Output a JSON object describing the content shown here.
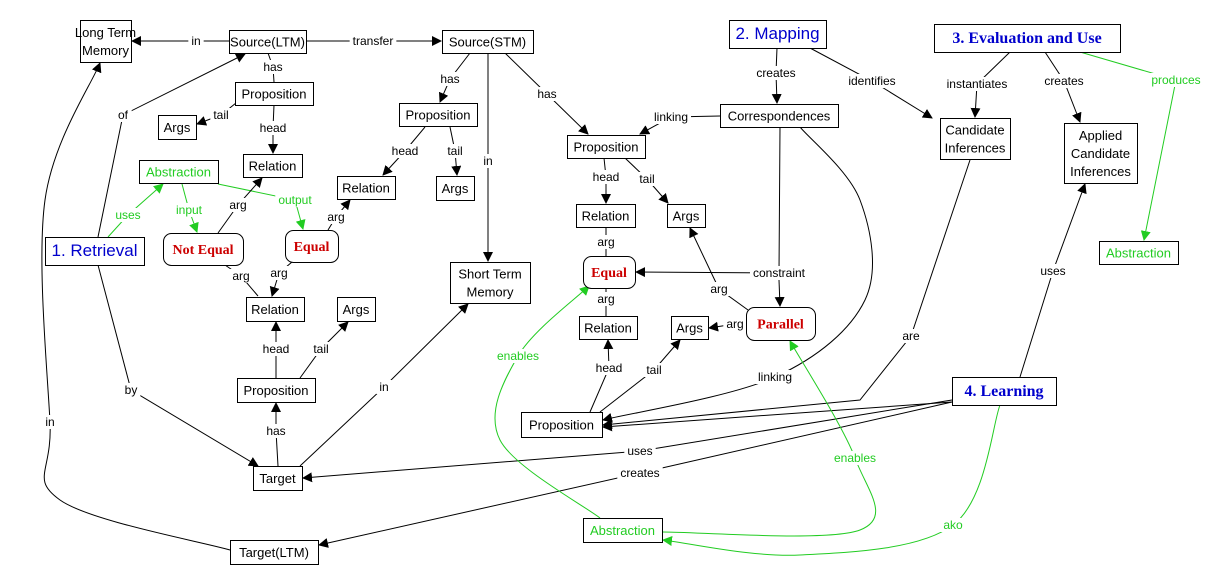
{
  "colors": {
    "concept": "#000000",
    "phase": "#0000cc",
    "operator": "#cc0000",
    "abstraction": "#22cc22"
  },
  "nodes": [
    {
      "id": "ltm",
      "lines": [
        "Long Term",
        "Memory"
      ],
      "kind": "concept"
    },
    {
      "id": "srcltm",
      "lines": [
        "Source(LTM)"
      ],
      "kind": "concept"
    },
    {
      "id": "srcstm",
      "lines": [
        "Source(STM)"
      ],
      "kind": "concept"
    },
    {
      "id": "prop1",
      "lines": [
        "Proposition"
      ],
      "kind": "concept"
    },
    {
      "id": "args1",
      "lines": [
        "Args"
      ],
      "kind": "concept"
    },
    {
      "id": "rel1",
      "lines": [
        "Relation"
      ],
      "kind": "concept"
    },
    {
      "id": "abs1",
      "lines": [
        "Abstraction"
      ],
      "kind": "abstraction"
    },
    {
      "id": "retrieval",
      "lines": [
        "1. Retrieval"
      ],
      "kind": "phase-sans"
    },
    {
      "id": "notequal",
      "lines": [
        "Not Equal"
      ],
      "kind": "operator"
    },
    {
      "id": "equal1",
      "lines": [
        "Equal"
      ],
      "kind": "operator"
    },
    {
      "id": "rel2",
      "lines": [
        "Relation"
      ],
      "kind": "concept"
    },
    {
      "id": "prop2",
      "lines": [
        "Proposition"
      ],
      "kind": "concept"
    },
    {
      "id": "args2",
      "lines": [
        "Args"
      ],
      "kind": "concept"
    },
    {
      "id": "stm",
      "lines": [
        "Short Term",
        "Memory"
      ],
      "kind": "concept"
    },
    {
      "id": "prop3",
      "lines": [
        "Proposition"
      ],
      "kind": "concept"
    },
    {
      "id": "corr",
      "lines": [
        "Correspondences"
      ],
      "kind": "concept"
    },
    {
      "id": "mapping",
      "lines": [
        "2. Mapping"
      ],
      "kind": "phase-sans"
    },
    {
      "id": "eval",
      "lines": [
        "3. Evaluation and Use"
      ],
      "kind": "phase-serif"
    },
    {
      "id": "candinf",
      "lines": [
        "Candidate",
        "Inferences"
      ],
      "kind": "concept"
    },
    {
      "id": "applied",
      "lines": [
        "Applied",
        "Candidate",
        "Inferences"
      ],
      "kind": "concept"
    },
    {
      "id": "abs2",
      "lines": [
        "Abstraction"
      ],
      "kind": "abstraction"
    },
    {
      "id": "rel3",
      "lines": [
        "Relation"
      ],
      "kind": "concept"
    },
    {
      "id": "args3",
      "lines": [
        "Args"
      ],
      "kind": "concept"
    },
    {
      "id": "equal2",
      "lines": [
        "Equal"
      ],
      "kind": "operator"
    },
    {
      "id": "rel4",
      "lines": [
        "Relation"
      ],
      "kind": "concept"
    },
    {
      "id": "args4",
      "lines": [
        "Args"
      ],
      "kind": "concept"
    },
    {
      "id": "parallel",
      "lines": [
        "Parallel"
      ],
      "kind": "operator"
    },
    {
      "id": "learning",
      "lines": [
        "4. Learning"
      ],
      "kind": "phase-serif"
    },
    {
      "id": "prop5",
      "lines": [
        "Proposition"
      ],
      "kind": "concept"
    },
    {
      "id": "proptgt",
      "lines": [
        "Proposition"
      ],
      "kind": "concept"
    },
    {
      "id": "rel5",
      "lines": [
        "Relation"
      ],
      "kind": "concept"
    },
    {
      "id": "args5",
      "lines": [
        "Args"
      ],
      "kind": "concept"
    },
    {
      "id": "target",
      "lines": [
        "Target"
      ],
      "kind": "concept"
    },
    {
      "id": "targetltm",
      "lines": [
        "Target(LTM)"
      ],
      "kind": "concept"
    },
    {
      "id": "abs3",
      "lines": [
        "Abstraction"
      ],
      "kind": "abstraction"
    }
  ],
  "links": [
    {
      "from": "srcltm",
      "to": "ltm",
      "label": "in"
    },
    {
      "from": "srcltm",
      "to": "srcstm",
      "label": "transfer"
    },
    {
      "from": "srcltm",
      "to": "prop1",
      "label": "has"
    },
    {
      "from": "prop1",
      "to": "args1",
      "label": "tail"
    },
    {
      "from": "prop1",
      "to": "rel1",
      "label": "head"
    },
    {
      "from": "retrieval",
      "to": "srcltm",
      "label": "of"
    },
    {
      "from": "retrieval",
      "to": "abs1",
      "label": "uses",
      "kind": "abstraction"
    },
    {
      "from": "abs1",
      "to": "notequal",
      "label": "input",
      "kind": "abstraction"
    },
    {
      "from": "abs1",
      "to": "equal1",
      "label": "output",
      "kind": "abstraction"
    },
    {
      "from": "notequal",
      "to": "rel1",
      "label": "arg"
    },
    {
      "from": "equal1",
      "to": "rel2",
      "label": "arg"
    },
    {
      "from": "notequal",
      "to": "rel5",
      "label": "arg"
    },
    {
      "from": "equal1",
      "to": "rel5",
      "label": "arg"
    },
    {
      "from": "proptgt",
      "to": "rel5",
      "label": "head"
    },
    {
      "from": "proptgt",
      "to": "args5",
      "label": "tail"
    },
    {
      "from": "target",
      "to": "proptgt",
      "label": "has"
    },
    {
      "from": "target",
      "to": "stm",
      "label": "in"
    },
    {
      "from": "retrieval",
      "to": "target",
      "label": "by"
    },
    {
      "from": "srcstm",
      "to": "stm",
      "label": "in"
    },
    {
      "from": "srcstm",
      "to": "prop2",
      "label": "has"
    },
    {
      "from": "prop2",
      "to": "rel2",
      "label": "head"
    },
    {
      "from": "prop2",
      "to": "args2",
      "label": "tail"
    },
    {
      "from": "srcstm",
      "to": "prop3",
      "label": "has"
    },
    {
      "from": "corr",
      "to": "prop3",
      "label": "linking"
    },
    {
      "from": "mapping",
      "to": "corr",
      "label": "creates"
    },
    {
      "from": "mapping",
      "to": "candinf",
      "label": "identifies"
    },
    {
      "from": "eval",
      "to": "candinf",
      "label": "instantiates"
    },
    {
      "from": "eval",
      "to": "applied",
      "label": "creates"
    },
    {
      "from": "eval",
      "to": "abs2",
      "label": "produces",
      "kind": "abstraction"
    },
    {
      "from": "prop3",
      "to": "rel3",
      "label": "head"
    },
    {
      "from": "prop3",
      "to": "args3",
      "label": "tail"
    },
    {
      "from": "rel3",
      "to": "equal2",
      "label": "arg"
    },
    {
      "from": "equal2",
      "to": "rel4",
      "label": "arg"
    },
    {
      "from": "corr",
      "to": "equal2",
      "label": "constraint"
    },
    {
      "from": "parallel",
      "to": "args3",
      "label": "arg"
    },
    {
      "from": "parallel",
      "to": "args4",
      "label": "arg"
    },
    {
      "from": "prop5",
      "to": "rel4",
      "label": "head"
    },
    {
      "from": "prop5",
      "to": "args4",
      "label": "tail"
    },
    {
      "from": "corr",
      "to": "prop5",
      "label": "linking"
    },
    {
      "from": "candinf",
      "to": "prop5",
      "label": "are"
    },
    {
      "from": "learning",
      "to": "target",
      "label": "uses"
    },
    {
      "from": "learning",
      "to": "targetltm",
      "label": "creates"
    },
    {
      "from": "learning",
      "to": "prop5",
      "label": ""
    },
    {
      "from": "learning",
      "to": "applied",
      "label": "uses"
    },
    {
      "from": "learning",
      "to": "abs3",
      "label": "ako",
      "kind": "abstraction"
    },
    {
      "from": "abs3",
      "to": "equal2",
      "label": "enables",
      "kind": "abstraction"
    },
    {
      "from": "abs3",
      "to": "parallel",
      "label": "enables",
      "kind": "abstraction"
    },
    {
      "from": "targetltm",
      "to": "ltm",
      "label": "in"
    },
    {
      "from": "corr",
      "to": "parallel",
      "label": ""
    }
  ]
}
